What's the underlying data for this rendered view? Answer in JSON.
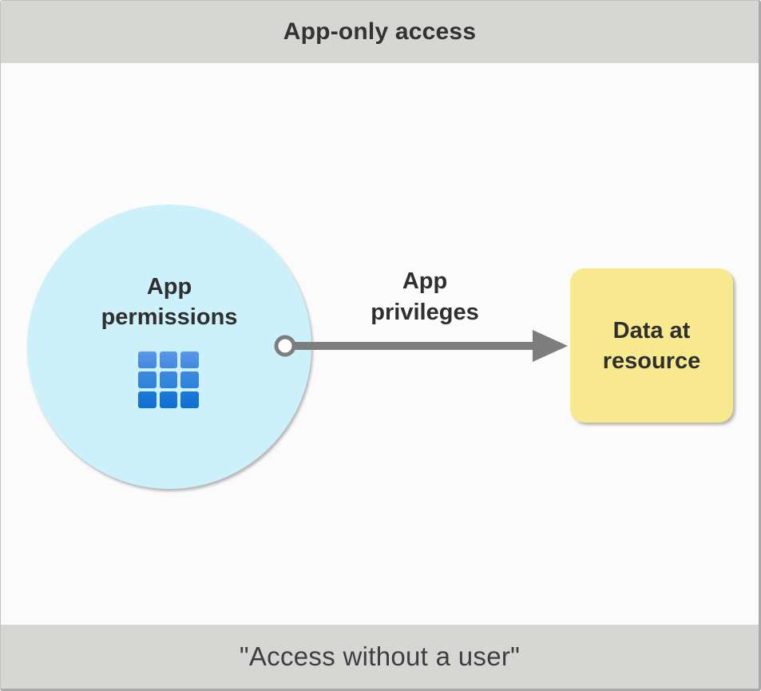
{
  "header": {
    "title": "App-only access"
  },
  "diagram": {
    "permissions_circle": {
      "label": "App permissions",
      "icon": "app-grid-icon"
    },
    "arrow": {
      "label": "App privileges",
      "direction": "right"
    },
    "resource_box": {
      "label": "Data at resource"
    }
  },
  "footer": {
    "caption": "\"Access without a user\""
  },
  "colors": {
    "bar-gray": "#d6d6d4",
    "canvas-bg": "#fbfbfb",
    "circle-fill": "#cdf1fa",
    "arrow-gray": "#7d7d7d",
    "box-yellow": "#f8e98e",
    "text-dark": "#2f2f2f",
    "grid-blue-top": "#5a97e8",
    "grid-blue-mid": "#2e81da",
    "grid-blue-bottom": "#0f70d1",
    "frame-border": "#a9a9a9"
  }
}
